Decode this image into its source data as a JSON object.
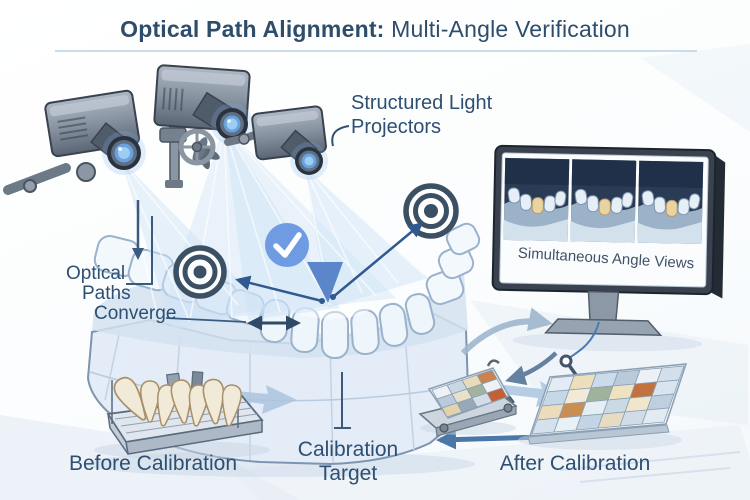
{
  "title": {
    "emphasis": "Optical Path Alignment:",
    "rest": " Multi-Angle Verification"
  },
  "callouts": {
    "projectors": {
      "line1": "Structured Light",
      "line2": "Projectors"
    },
    "optical_paths": {
      "line1": "Optical",
      "line2": "Paths",
      "line3": "Converge"
    },
    "monitor": {
      "caption": "Simultaneous Angle Views"
    },
    "before": {
      "label": "Before Calibration"
    },
    "calibration_target": {
      "line1": "Calibration",
      "line2": "Target"
    },
    "after": {
      "label": "After Calibration"
    }
  },
  "icons": {
    "checkmark_badge": "check-circle",
    "bullseye_left": "bullseye-target",
    "bullseye_right": "bullseye-target",
    "down_arrow": "arrow-down",
    "double_arrow": "arrow-left-right",
    "left_arrow": "arrow-left",
    "cycle_arrows": "curved-arrows"
  },
  "palette": {
    "title_text": "#2e4d6b",
    "label_text": "#2e4f72",
    "divider": "#c9dcee",
    "beam": "#cfe3f6",
    "bullseye": "#3c5063",
    "badge": "#6f9be2",
    "ray": "#2f5a8f",
    "arrow_dark": "#2d4a66",
    "arrow_steel": "#64829f",
    "arrow_soft": "#aac4de",
    "monitor_bezel": "#39424e",
    "panel_bg": "#2a3b55",
    "model_fill": "#e3ecf7",
    "tooth_cream": "#f2ead8"
  },
  "checkers": {
    "easel_grid": {
      "cols": 4,
      "rows": 3,
      "colors": [
        "#eef1f5",
        "#c9d7e4",
        "#e9dbba",
        "#c9834e",
        "#b9cbdb",
        "#e9e0c8",
        "#a2b2a0",
        "#eff2f5",
        "#e3d3ac",
        "#99a8b8",
        "#d2dde8",
        "#c55f35"
      ]
    },
    "flat_grid": {
      "cols": 6,
      "rows": 4,
      "colors": [
        "#e3ecf4",
        "#eedfbc",
        "#ccdbea",
        "#b9cadb",
        "#edf1f6",
        "#d3e0ec",
        "#c6d8e8",
        "#f2ead6",
        "#9fb29c",
        "#f0e2c0",
        "#c2723f",
        "#d8e4ee",
        "#ecdcba",
        "#c98e52",
        "#e6eef5",
        "#cbd9e7",
        "#f0e6cc",
        "#bfcfdf",
        "#d5e2ee",
        "#e9f0f6",
        "#c3d4e4",
        "#e7dcc2",
        "#d0dde9",
        "#e2eaf2"
      ]
    }
  }
}
